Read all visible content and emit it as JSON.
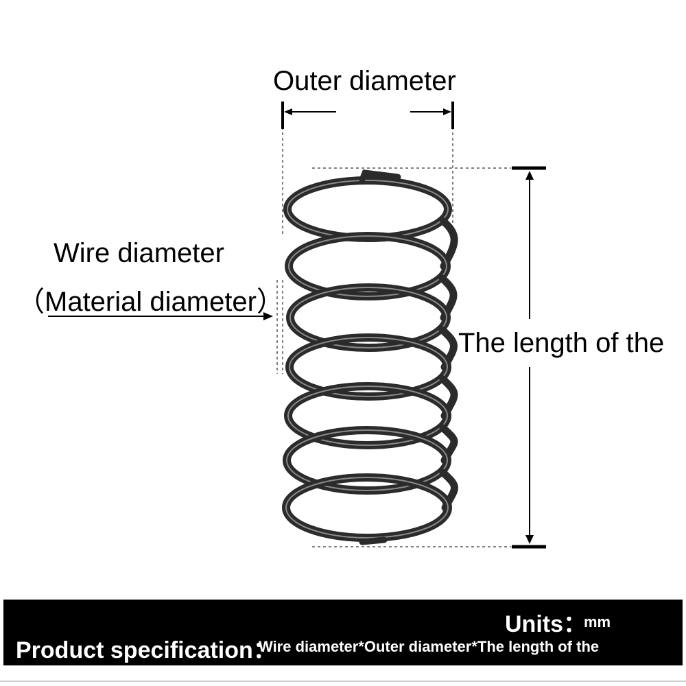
{
  "labels": {
    "outer_diameter": "Outer diameter",
    "wire_diameter": "Wire diameter",
    "material_diameter": "（Material diameter）",
    "length": "The length of the"
  },
  "spec_bar": {
    "units_label": "Units：",
    "units_value": "mm",
    "spec_label": "Product specification：",
    "spec_value": "Wire diameter*Outer diameter*The length of the"
  },
  "colors": {
    "spring": "#2b2b2b",
    "spring_highlight": "#8a8a8a",
    "bar_background": "#000000",
    "bar_text": "#ffffff"
  }
}
